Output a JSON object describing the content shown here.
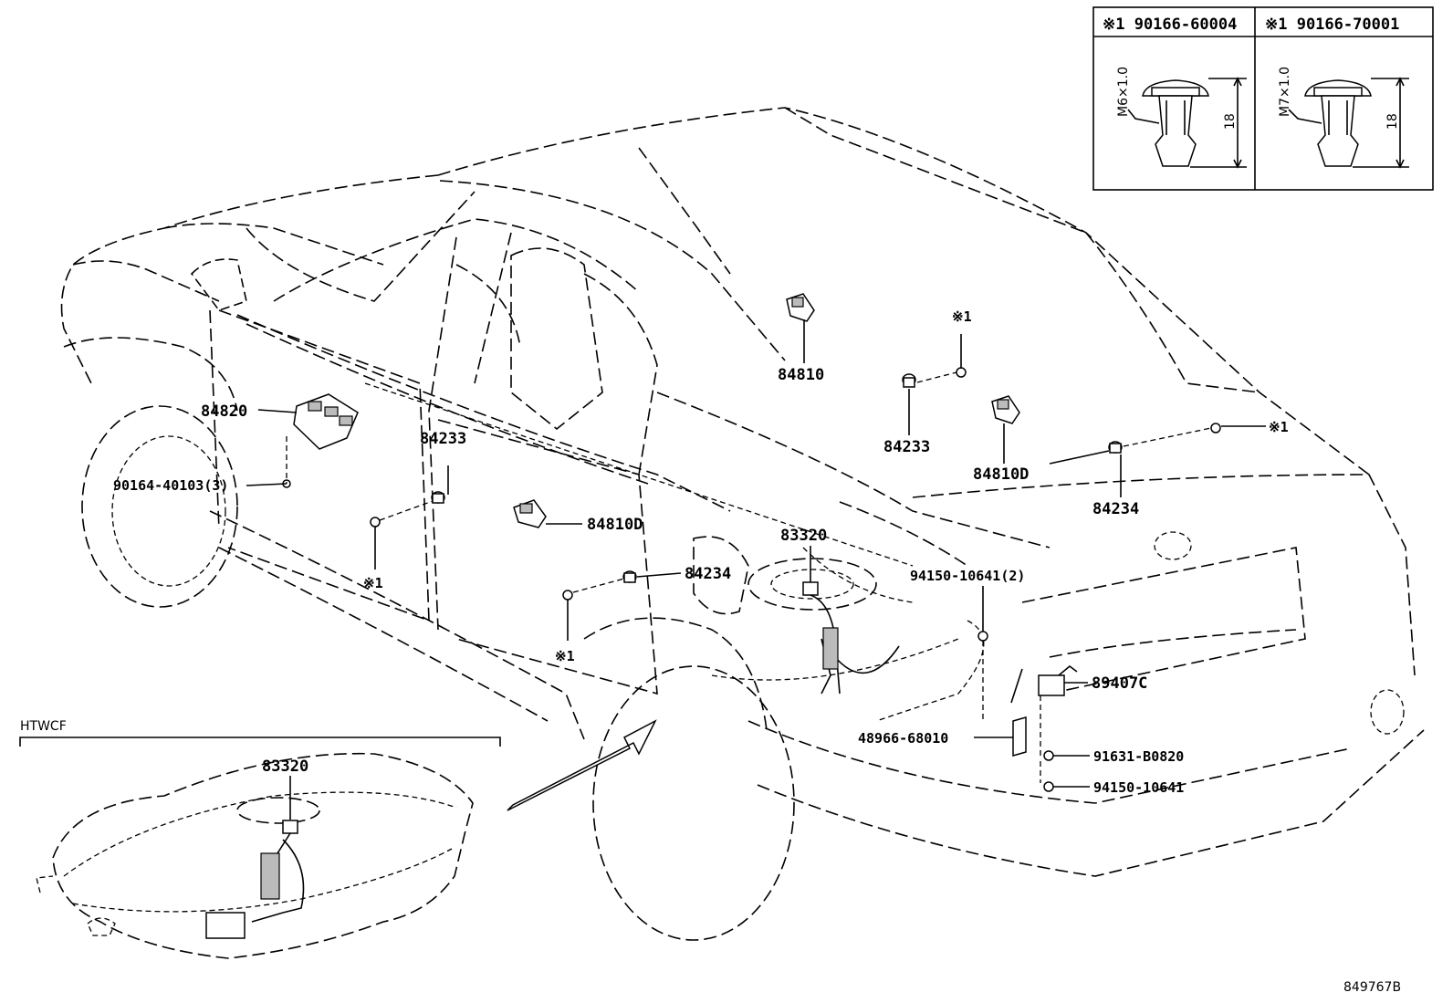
{
  "inset_table": {
    "col1_header": "※1 90166-60004",
    "col2_header": "※1 90166-70001",
    "col1_thread": "M6×1.0",
    "col2_thread": "M7×1.0",
    "col1_length": "18",
    "col2_length": "18"
  },
  "labels": {
    "p84820": "84820",
    "p90164": "90164-40103(3)",
    "p84233_left": "84233",
    "p84233_right": "84233",
    "p84810": "84810",
    "p84810D_right": "84810D",
    "p84810D_center": "84810D",
    "p84234_right": "84234",
    "p84234_center": "84234",
    "p83320_main": "83320",
    "p94150_2": "94150-10641(2)",
    "p89407C": "89407C",
    "p48966": "48966-68010",
    "p91631": "91631-B0820",
    "p94150": "94150-10641",
    "mark_left": "※1",
    "mark_center": "※1",
    "mark_top": "※1",
    "mark_right": "※1",
    "inset_title": "HTWCF",
    "p83320_inset": "83320",
    "diagram_id": "849767B"
  }
}
